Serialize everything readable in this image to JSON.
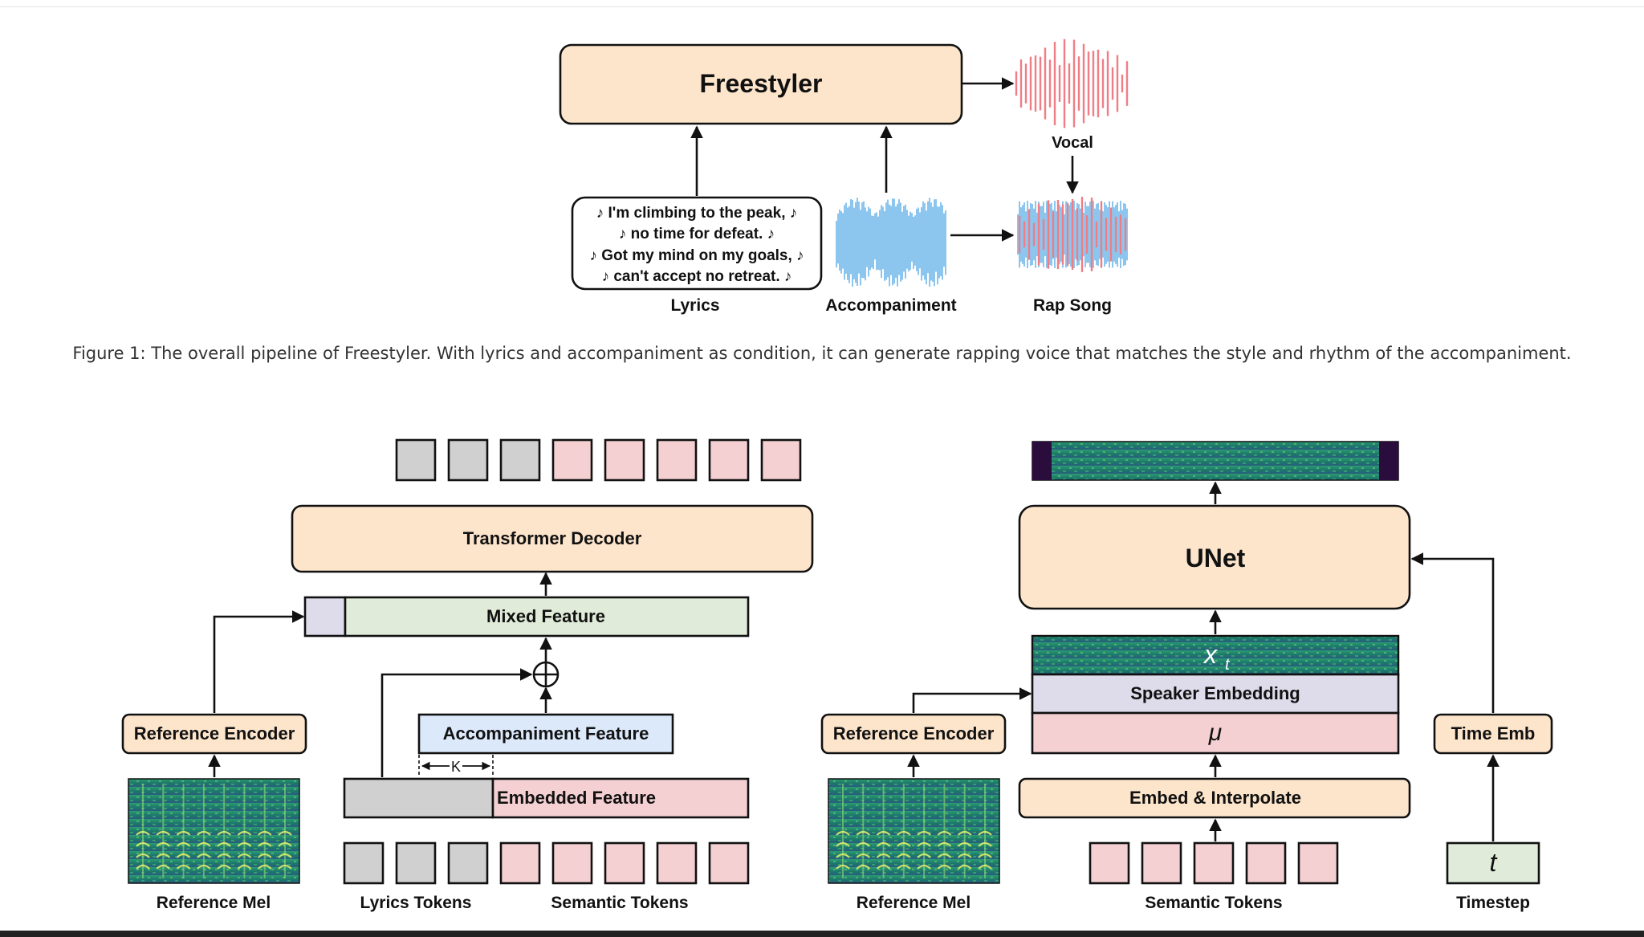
{
  "fig1": {
    "model": "Freestyler",
    "vocal": "Vocal",
    "lyrics_lines": [
      "♪ I'm climbing to the peak, ♪",
      "♪ no time for defeat. ♪",
      "♪ Got my mind on my goals, ♪",
      "♪ can't accept no retreat. ♪"
    ],
    "lyrics": "Lyrics",
    "accompaniment": "Accompaniment",
    "rap_song": "Rap Song"
  },
  "caption": "Figure 1: The overall pipeline of Freestyler. With lyrics and accompaniment as condition, it can generate rapping voice that matches the style and rhythm of the accompaniment.",
  "left": {
    "transformer_decoder": "Transformer Decoder",
    "mixed_feature": "Mixed Feature",
    "reference_encoder": "Reference Encoder",
    "accompaniment_feature": "Accompaniment Feature",
    "k_label": "K",
    "embedded_feature": "Embedded Feature",
    "reference_mel": "Reference Mel",
    "lyrics_tokens": "Lyrics Tokens",
    "semantic_tokens": "Semantic Tokens"
  },
  "right": {
    "unet": "UNet",
    "xt": "x",
    "xt_sub": "t",
    "speaker_embedding": "Speaker Embedding",
    "mu": "μ",
    "reference_encoder": "Reference Encoder",
    "time_emb": "Time Emb",
    "embed_interpolate": "Embed & Interpolate",
    "t": "t",
    "reference_mel": "Reference Mel",
    "semantic_tokens": "Semantic Tokens",
    "timestep": "Timestep"
  },
  "colors": {
    "peach": "#fde5cc",
    "green": "#e0ecd9",
    "lavender": "#dedbea",
    "blue": "#dce9fb",
    "pink": "#f4d0d2",
    "gray": "#d0d0d0",
    "waveform_blue": "#8cc6ef",
    "waveform_red": "#ee7d86",
    "spectrogram": "#1d7a6a"
  },
  "icons": [
    "vocal-waveform-icon",
    "accompaniment-waveform-icon",
    "rap-song-waveform-icon",
    "spectrogram-icon",
    "add-circle-icon"
  ]
}
